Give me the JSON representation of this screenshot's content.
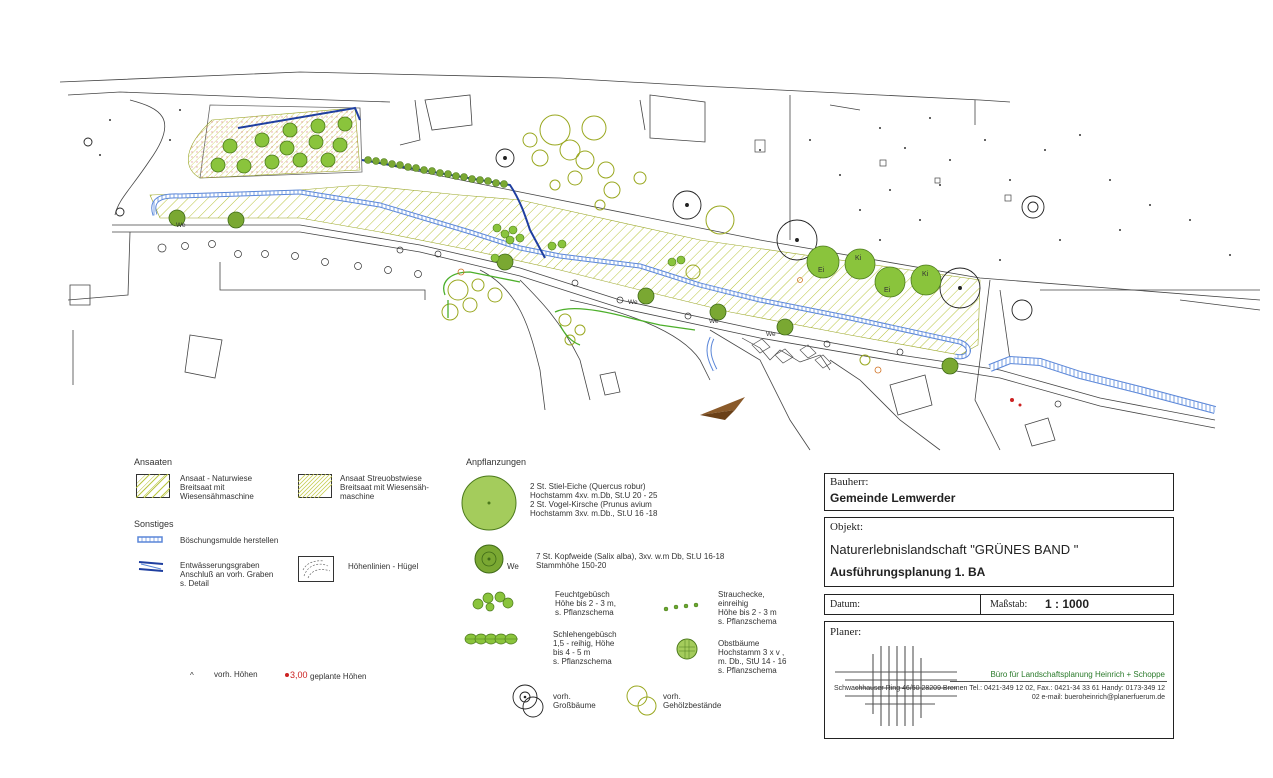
{
  "legend": {
    "ansaaten": {
      "heading": "Ansaaten",
      "naturwiese": "Ansaat - Naturwiese\nBreitsaat mit\nWiesensähmaschine",
      "streuobstwiese": "Ansaat Streuobstwiese\nBreitsaat mit Wiesensäh-\nmaschine"
    },
    "sonstiges": {
      "heading": "Sonstiges",
      "boeschungsmulde": "Böschungsmulde herstellen",
      "entwaesserung": "Entwässerungsgraben\nAnschluß an vorh. Graben\ns. Detail",
      "hoehenlinien": "Höhenlinien - Hügel",
      "vorh_hoehen": "vorh. Höhen",
      "geplante_value": "3,00",
      "geplante_label": "geplante Höhen"
    },
    "anpflanzungen": {
      "heading": "Anpflanzungen",
      "eiche_kirsche": "2 St. Stiel-Eiche (Quercus robur)\nHochstamm 4xv. m.Db, St.U 20 - 25\n2 St. Vogel-Kirsche (Prunus avium\nHochstamm 3xv. m.Db., St.U 16 -18",
      "kopfweide": "7 St. Kopfweide  (Salix alba), 3xv. w.m Db, St.U 16-18\nStammhöhe 150-20",
      "kopfweide_tag": "We",
      "feuchtgebuesch": "Feuchtgebüsch\nHöhe bis 2 - 3 m,\ns. Pflanzschema",
      "strauchecke": "Strauchecke,\neinreihig\nHöhe bis 2 - 3 m\ns. Pflanzschema",
      "schlehengebuesch": "Schlehengebüsch\n1,5 - reihig, Höhe\nbis 4 - 5 m\ns. Pflanzschema",
      "obstbaeume": "Obstbäume\nHochstamm 3 x v ,\nm. Db., StU 14 - 16\ns. Pflanzschema",
      "grossbaeume": "vorh.\nGroßbäume",
      "gehoelz": "vorh.\nGehölzbestände"
    }
  },
  "titleblock": {
    "bauherr_label": "Bauherr:",
    "bauherr": "Gemeinde Lemwerder",
    "objekt_label": "Objekt:",
    "objekt": "Naturerlebnislandschaft \"GRÜNES BAND \"",
    "phase": "Ausführungsplanung    1. BA",
    "datum_label": "Datum:",
    "massstab_label": "Maßstab:",
    "massstab": "1 : 1000",
    "planer_label": "Planer:",
    "buero": "Büro für Landschaftsplanung Heinrich + Schoppe",
    "address": "Schwachhauser Ring 46/50\n28209 Bremen\nTel.: 0421-349 12 02,  Fax.: 0421-34 33 61\nHandy: 0173-349 12 02\ne-mail: bueroheinrich@planerfuerum.de"
  },
  "map_labels": {
    "tree_labels": [
      "Ei",
      "Ei",
      "Ki",
      "Ki"
    ],
    "willow_labels": [
      "We",
      "We",
      "We",
      "We"
    ]
  },
  "colors": {
    "hatch": "#b8c43c",
    "tree_fill": "#7aa832",
    "tree_stroke": "#4c7a1c",
    "water_blue": "#1f4fa8",
    "light_blue": "#7fb0e6",
    "green_line": "#4caf2a",
    "gehoelz": "#9aa820",
    "north_arrow": "#8a5a2a",
    "planned_red": "#cc2222"
  }
}
